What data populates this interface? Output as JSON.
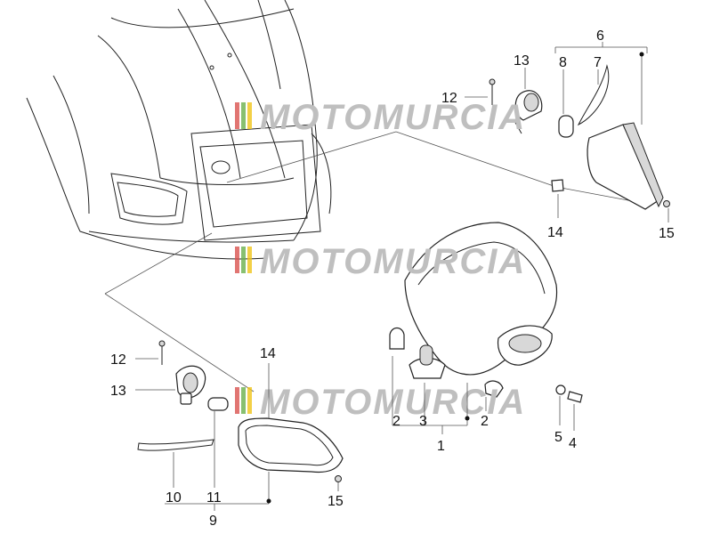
{
  "diagram": {
    "callouts": {
      "c1": "1",
      "c2a": "2",
      "c2b": "2",
      "c3": "3",
      "c4": "4",
      "c5": "5",
      "c6": "6",
      "c7": "7",
      "c8": "8",
      "c9": "9",
      "c10": "10",
      "c11": "11",
      "c12a": "12",
      "c12b": "12",
      "c13a": "13",
      "c13b": "13",
      "c14a": "14",
      "c14b": "14",
      "c15a": "15",
      "c15b": "15"
    },
    "watermark": "MOTOMURCIA",
    "colors": {
      "line": "#222222",
      "watermark": "#bfbfbf",
      "stripe_red": "#d9534f",
      "stripe_green": "#6ab04c",
      "stripe_yellow": "#f0c419"
    }
  }
}
